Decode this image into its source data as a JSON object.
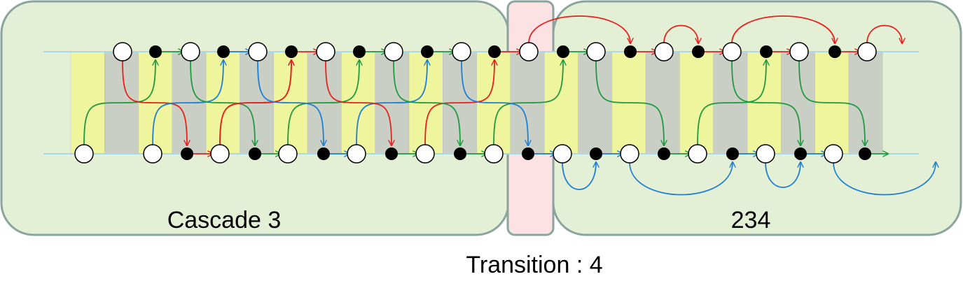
{
  "labels": {
    "left_panel": "Cascade 3",
    "right_panel": "234",
    "transition": "Transition : 4"
  },
  "colors": {
    "panel_fill": "#e4f0d6",
    "panel_stroke": "#8aa49e",
    "transition_fill": "#fde2e4",
    "stripe_yellow": "#eef59c",
    "stripe_gray": "#c9cfc4",
    "track": "#a9d8ea",
    "red": "#e8211d",
    "green": "#1f9a3e",
    "blue": "#1d7fd4"
  }
}
